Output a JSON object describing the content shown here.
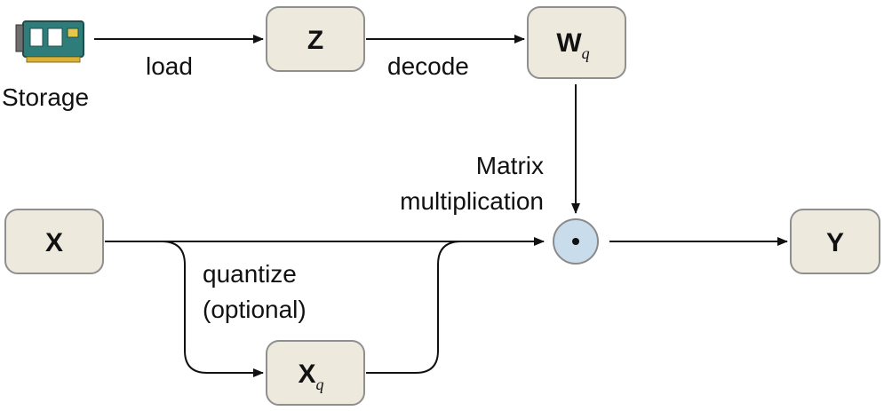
{
  "storage": {
    "label": "Storage"
  },
  "nodes": {
    "z": {
      "label": "Z"
    },
    "wq": {
      "base": "W",
      "sub": "q"
    },
    "x": {
      "label": "X"
    },
    "xq": {
      "base": "X",
      "sub": "q"
    },
    "y": {
      "label": "Y"
    }
  },
  "edges": {
    "load": "load",
    "decode": "decode",
    "matmul_line1": "Matrix",
    "matmul_line2": "multiplication",
    "quantize_line1": "quantize",
    "quantize_line2": "(optional)"
  },
  "operator": {
    "symbol": "dot-product"
  },
  "colors": {
    "node_fill": "#ede9dd",
    "node_border": "#8f8f8f",
    "operator_fill": "#c9dcec",
    "storage_chip": "#2f7d7a"
  }
}
